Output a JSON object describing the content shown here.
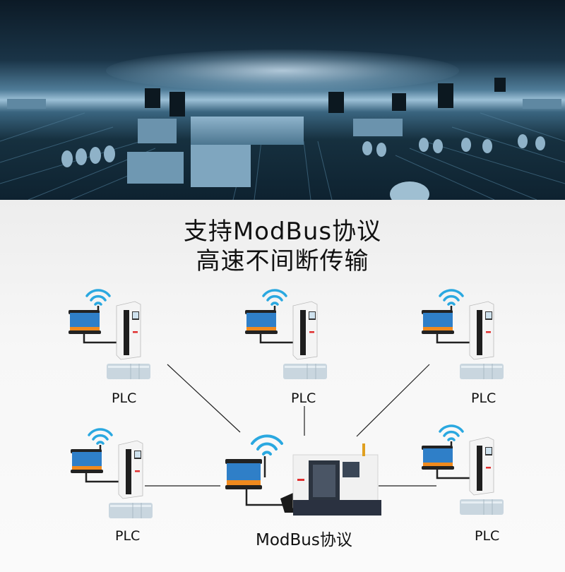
{
  "banner": {
    "image": "circuit-board-banner",
    "tint": "#2d5873"
  },
  "headline": {
    "line1": "支持ModBus协议",
    "line2": "高速不间断传输"
  },
  "diagram": {
    "center_label": "ModBus协议",
    "center_device": "cnc-machine-with-gateway",
    "nodes": [
      {
        "label": "PLC",
        "position": "top-left"
      },
      {
        "label": "PLC",
        "position": "top-center"
      },
      {
        "label": "PLC",
        "position": "top-right"
      },
      {
        "label": "PLC",
        "position": "bottom-left"
      },
      {
        "label": "PLC",
        "position": "bottom-right"
      }
    ],
    "colors": {
      "wifi": "#2aa8e0",
      "gateway_body": "#2f7fc8",
      "gateway_stripe": "#f08a1e",
      "line": "#222222"
    }
  }
}
